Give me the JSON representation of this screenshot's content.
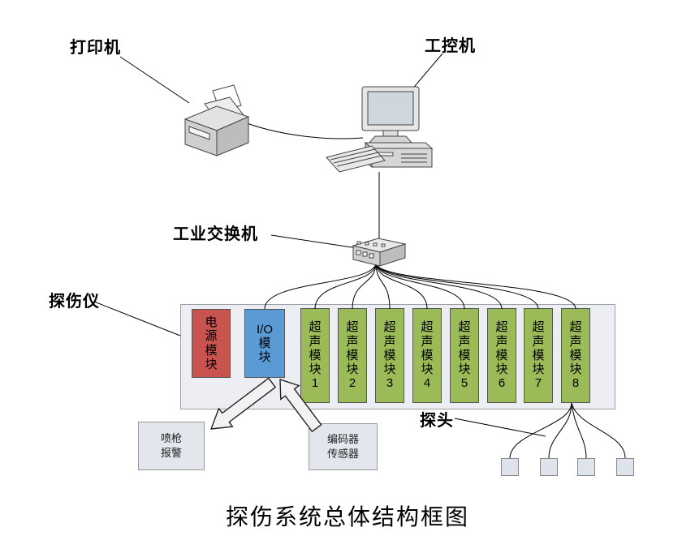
{
  "title": "探伤系统总体结构框图",
  "labels": {
    "printer": "打印机",
    "computer": "工控机",
    "switch": "工业交换机",
    "detector": "探伤仪",
    "probes": "探头"
  },
  "modules": {
    "power": "电\n源\n模\n块",
    "io": "I/O\n模\n块",
    "ultrasonic": [
      "超\n声\n模\n块\n1",
      "超\n声\n模\n块\n2",
      "超\n声\n模\n块\n3",
      "超\n声\n模\n块\n4",
      "超\n声\n模\n块\n5",
      "超\n声\n模\n块\n6",
      "超\n声\n模\n块\n7",
      "超\n声\n模\n块\n8"
    ]
  },
  "peripherals": {
    "spray_alarm": "喷枪\n报警",
    "encoder_sensor": "编码器\n传感器"
  },
  "colors": {
    "power_module": "#c9534f",
    "io_module": "#5b9bd5",
    "ultrasonic_module": "#9bbb59",
    "enclosure": "#eceef4"
  }
}
